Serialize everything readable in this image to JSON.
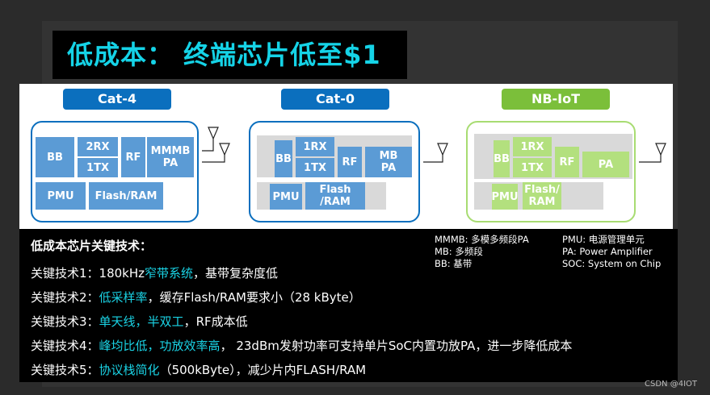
{
  "title": "低成本： 终端芯片低至$1",
  "colors": {
    "cat4": "#0b6fbe",
    "cat0": "#0b6fbe",
    "nbiot": "#7bbf3a",
    "highlight": "#1ad3e5",
    "block_blue": "#5b9bd5",
    "block_gray": "#d9d9d9",
    "block_green": "#b3e07e"
  },
  "modules": {
    "cat4": {
      "label": "Cat-4",
      "blocks": {
        "bb": "BB",
        "rx": "2RX",
        "tx": "1TX",
        "rf": "RF",
        "pa": "MMMB PA",
        "pmu": "PMU",
        "mem": "Flash/RAM"
      }
    },
    "cat0": {
      "label": "Cat-0",
      "blocks": {
        "bb": "BB",
        "rx": "1RX",
        "tx": "1TX",
        "rf": "RF",
        "pa": "MB PA",
        "pmu": "PMU",
        "mem": "Flash /RAM"
      }
    },
    "nbiot": {
      "label": "NB-IoT",
      "blocks": {
        "bb": "BB",
        "rx": "1RX",
        "tx": "1TX",
        "rf": "RF",
        "pa": "PA",
        "pmu": "PMU",
        "mem": "Flash/ RAM"
      }
    }
  },
  "panel": {
    "heading": "低成本芯片关键技术：",
    "items": [
      {
        "prefix": "关键技术1：180kHz",
        "hl": "窄带系统",
        "rest": "，基带复杂度低"
      },
      {
        "prefix": "关键技术2：",
        "hl": "低采样率",
        "rest": "，缓存Flash/RAM要求小（28 kByte）"
      },
      {
        "prefix": "关键技术3：",
        "hl": "单天线，半双工",
        "rest": "，RF成本低"
      },
      {
        "prefix": "关键技术4：",
        "hl": "峰均比低，功放效率高",
        "rest": "， 23dBm发射功率可支持单片SoC内置功放PA，进一步降低成本"
      },
      {
        "prefix": "关键技术5：",
        "hl": "协议栈简化",
        "rest": "（500kByte），减少片内FLASH/RAM"
      }
    ],
    "legend_left": [
      "MMMB: 多模多频段PA",
      "MB: 多频段",
      "BB: 基带"
    ],
    "legend_right": [
      "PMU: 电源管理单元",
      "PA: Power Amplifier",
      "SOC: System on Chip"
    ]
  },
  "watermark": "CSDN @4IOT"
}
